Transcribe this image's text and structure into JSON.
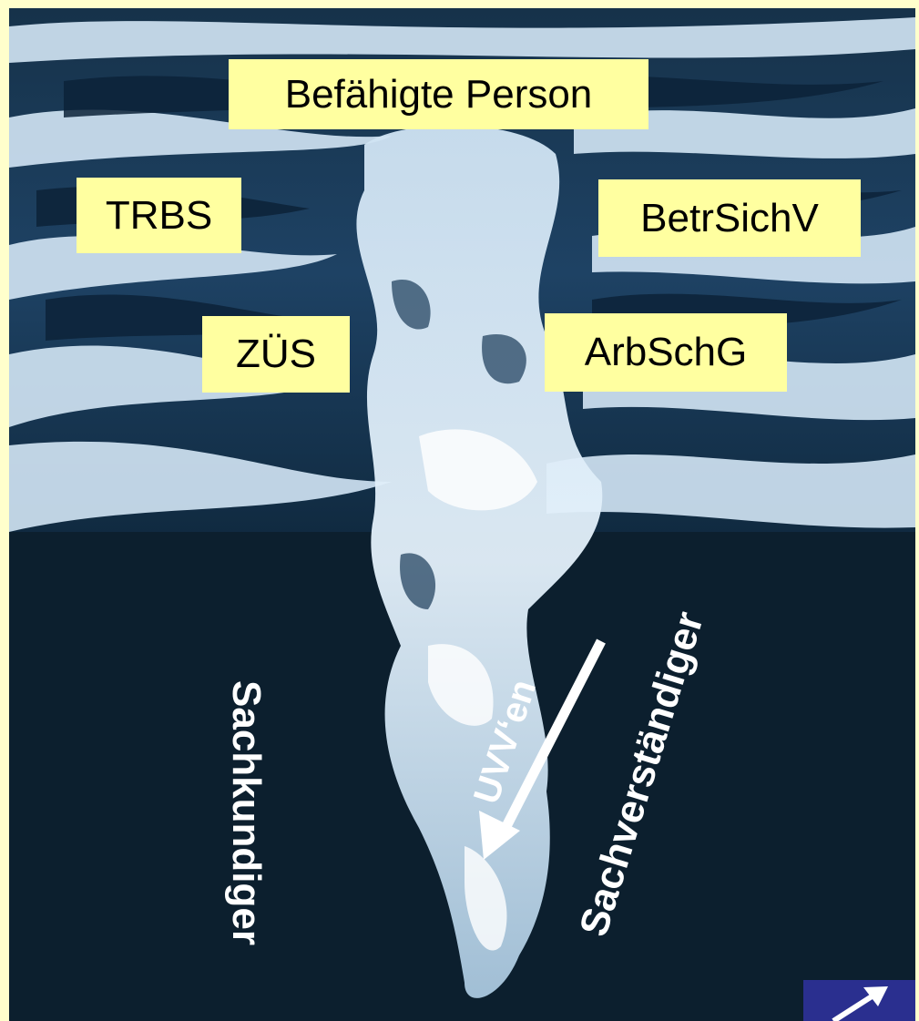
{
  "labels": {
    "befaehigte_person": "Befähigte Person",
    "trbs": "TRBS",
    "betrsichv": "BetrSichV",
    "zues": "ZÜS",
    "arbschg": "ArbSchG",
    "sachkundiger": "Sachkundiger",
    "uvven": "UVV‘en",
    "sachverstaendiger": "Sachverständiger"
  },
  "colors": {
    "page_background": "#ffffcc",
    "label_background": "#ffffa0",
    "water_dark": "#0c1f2e",
    "water_light": "#dfeffa",
    "nav_icon": "#2a2f8f"
  },
  "icons": {
    "corner": "nav-arrow-icon"
  }
}
